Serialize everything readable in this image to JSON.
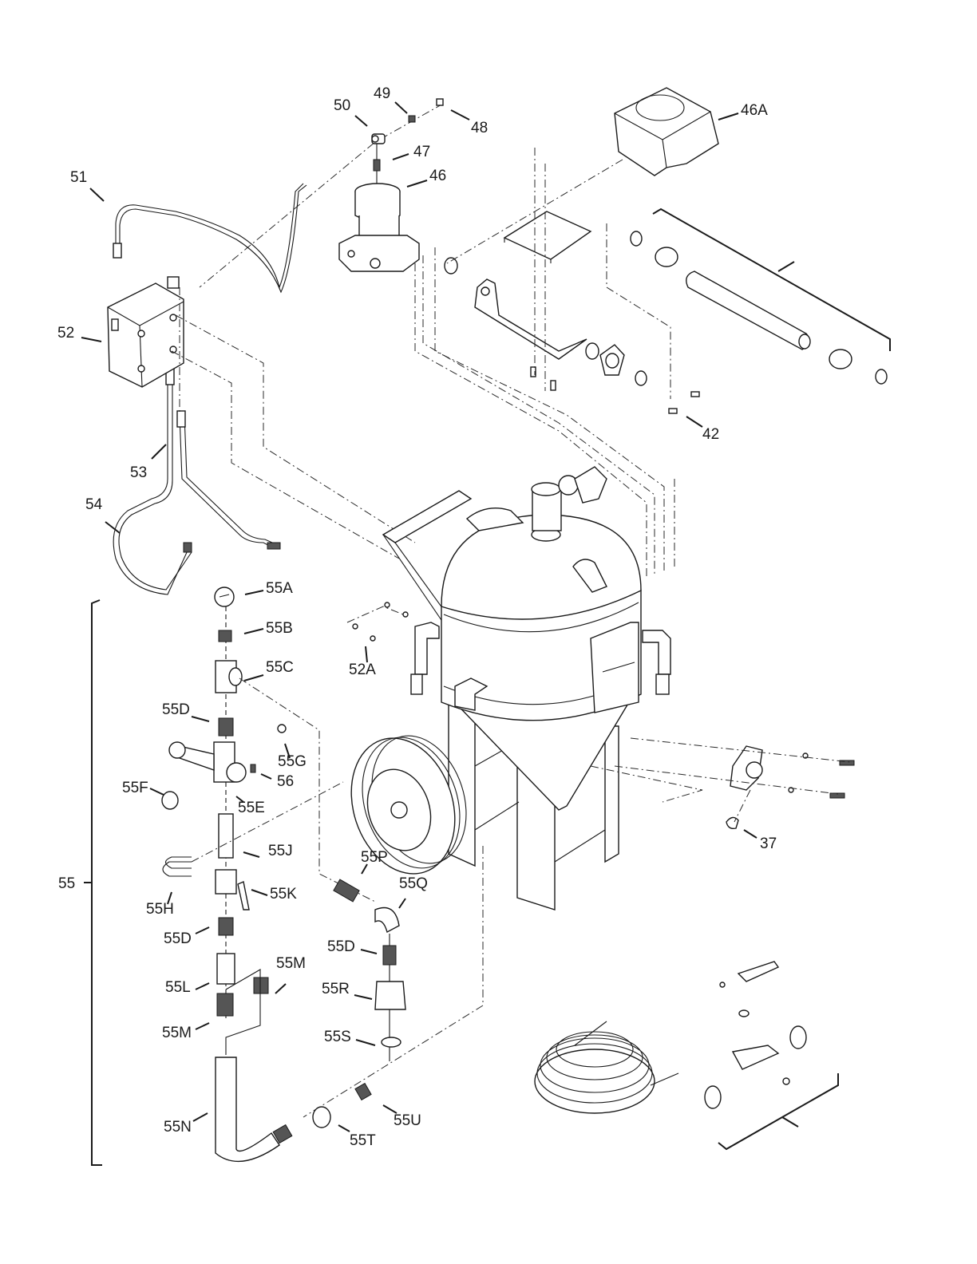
{
  "diagram": {
    "type": "exploded-parts-diagram",
    "subject": "pressure blast pot assembly",
    "callouts": {
      "c37": "37",
      "c42": "42",
      "c46": "46",
      "c46A": "46A",
      "c47": "47",
      "c48": "48",
      "c49": "49",
      "c50": "50",
      "c51": "51",
      "c52": "52",
      "c52A": "52A",
      "c53": "53",
      "c54": "54",
      "c55": "55",
      "c55A": "55A",
      "c55B": "55B",
      "c55C": "55C",
      "c55D_1": "55D",
      "c55D_2": "55D",
      "c55D_3": "55D",
      "c55E": "55E",
      "c55F": "55F",
      "c55G": "55G",
      "c55H": "55H",
      "c55J": "55J",
      "c55K": "55K",
      "c55L": "55L",
      "c55M_1": "55M",
      "c55M_2": "55M",
      "c55N": "55N",
      "c55P": "55P",
      "c55Q": "55Q",
      "c55R": "55R",
      "c55S": "55S",
      "c55T": "55T",
      "c55U": "55U",
      "c56": "56"
    },
    "line_color": "#1a1a1a",
    "background": "#ffffff"
  }
}
